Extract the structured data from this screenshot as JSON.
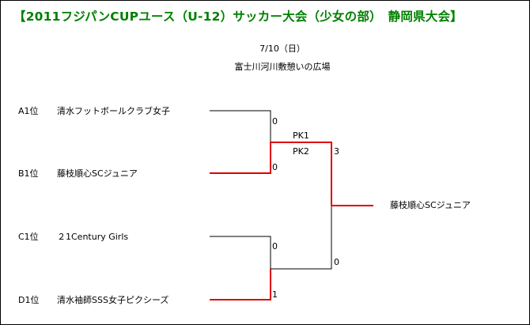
{
  "title": "【2011フジパンCUPユース（U-12）サッカー大会（少女の部）　静岡県大会】",
  "date": "7/10（日）",
  "venue": "富士川河川敷憩いの広場",
  "teams": [
    {
      "seed": "A1位",
      "name": "清水フットボールクラブ女子"
    },
    {
      "seed": "B1位",
      "name": "藤枝順心SCジュニア"
    },
    {
      "seed": "C1位",
      "name": "２1Century  Girls"
    },
    {
      "seed": "D1位",
      "name": "清水袖師SSS女子ピクシーズ"
    }
  ],
  "matches": [
    {
      "top_score": "0",
      "bottom_score": "0",
      "pk_top": "PK1",
      "pk_bottom": "PK2",
      "final_score_top": "3"
    },
    {
      "top_score": "0",
      "bottom_score": "1",
      "final_score_bottom": "0"
    }
  ],
  "champion": "藤枝順心SCジュニア",
  "colors": {
    "winner_line": "#e00000",
    "loser_line": "#000000",
    "title": "#008000"
  }
}
